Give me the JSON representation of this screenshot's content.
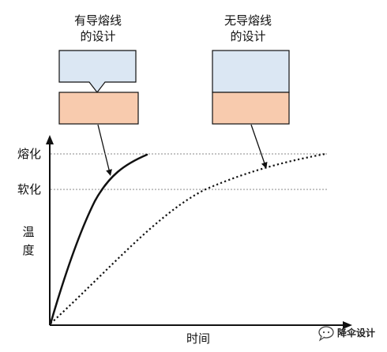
{
  "diagram": {
    "left_caption": {
      "line1": "有导熔线",
      "line2": "的设计"
    },
    "right_caption": {
      "line1": "无导熔线",
      "line2": "的设计"
    },
    "y_axis": {
      "melt_label": "熔化",
      "soften_label": "软化",
      "title_line1": "温",
      "title_line2": "度"
    },
    "x_axis": {
      "title": "时间"
    },
    "watermark": {
      "text": "降伞设计"
    },
    "colors": {
      "blue_block": "#dbe7f3",
      "orange_block": "#f8cbae",
      "stroke": "#111111",
      "guideline": "#888888"
    }
  }
}
